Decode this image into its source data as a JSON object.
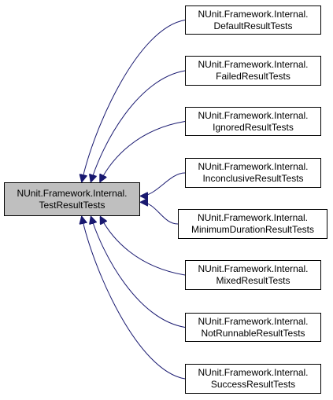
{
  "diagram": {
    "base": {
      "line1": "NUnit.Framework.Internal.",
      "line2": "TestResultTests",
      "fill": "#bfbfbf"
    },
    "derived": [
      {
        "id": "default",
        "line1": "NUnit.Framework.Internal.",
        "line2": "DefaultResultTests"
      },
      {
        "id": "failed",
        "line1": "NUnit.Framework.Internal.",
        "line2": "FailedResultTests"
      },
      {
        "id": "ignored",
        "line1": "NUnit.Framework.Internal.",
        "line2": "IgnoredResultTests"
      },
      {
        "id": "inconclusive",
        "line1": "NUnit.Framework.Internal.",
        "line2": "InconclusiveResultTests"
      },
      {
        "id": "minimum-duration",
        "line1": "NUnit.Framework.Internal.",
        "line2": "MinimumDurationResultTests"
      },
      {
        "id": "mixed",
        "line1": "NUnit.Framework.Internal.",
        "line2": "MixedResultTests"
      },
      {
        "id": "not-runnable",
        "line1": "NUnit.Framework.Internal.",
        "line2": "NotRunnableResultTests"
      },
      {
        "id": "success",
        "line1": "NUnit.Framework.Internal.",
        "line2": "SuccessResultTests"
      }
    ],
    "colors": {
      "edge": "#191970",
      "border": "#000000",
      "node_fill": "#ffffff"
    }
  }
}
